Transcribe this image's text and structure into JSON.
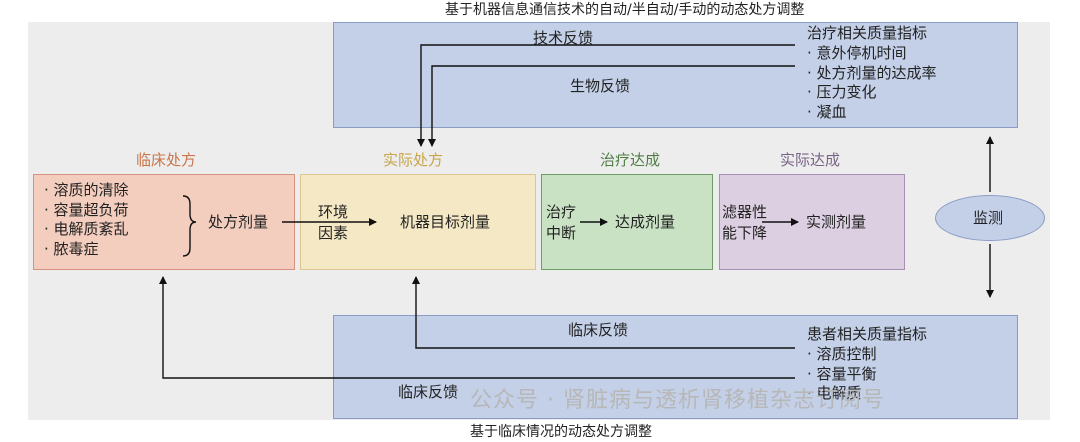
{
  "captions": {
    "top": "基于机器信息通信技术的自动/半自动/手动的动态处方调整",
    "bottom": "基于临床情况的动态处方调整"
  },
  "top_box": {
    "tech_feedback": "技术反馈",
    "bio_feedback": "生物反馈",
    "quality_title": "治疗相关质量指标",
    "quality_items": [
      "· 意外停机时间",
      "· 处方剂量的达成率",
      "· 压力变化",
      "· 凝血"
    ]
  },
  "bottom_box": {
    "clinical_feedback_1": "临床反馈",
    "clinical_feedback_2": "临床反馈",
    "quality_title": "患者相关质量指标",
    "quality_items": [
      "· 溶质控制",
      "· 容量平衡",
      "· 电解质"
    ]
  },
  "stages": {
    "clinical_rx": {
      "title": "临床处方",
      "items": [
        "· 溶质的清除",
        "· 容量超负荷",
        "· 电解质紊乱",
        "· 脓毒症"
      ],
      "result": "处方剂量"
    },
    "actual_rx": {
      "title": "实际处方",
      "factor_line1": "环境",
      "factor_line2": "因素",
      "result": "机器目标剂量"
    },
    "treatment_achieved": {
      "title": "治疗达成",
      "factor_line1": "治疗",
      "factor_line2": "中断",
      "result": "达成剂量"
    },
    "actual_achieved": {
      "title": "实际达成",
      "factor_line1": "滤器性",
      "factor_line2": "能下降",
      "result": "实测剂量"
    }
  },
  "monitor": "监测",
  "watermark": "公众号 · 肾脏病与透析肾移植杂志订阅号",
  "colors": {
    "blue_fill": "#c3d0e8",
    "pink_fill": "#f3cdbd",
    "yellow_fill": "#f5e8c5",
    "green_fill": "#c9e2c4",
    "purple_fill": "#dccfe2",
    "title_orange": "#c8764a",
    "title_gold": "#c8a54a",
    "title_green": "#4e7e44",
    "title_violet": "#7a6388"
  }
}
